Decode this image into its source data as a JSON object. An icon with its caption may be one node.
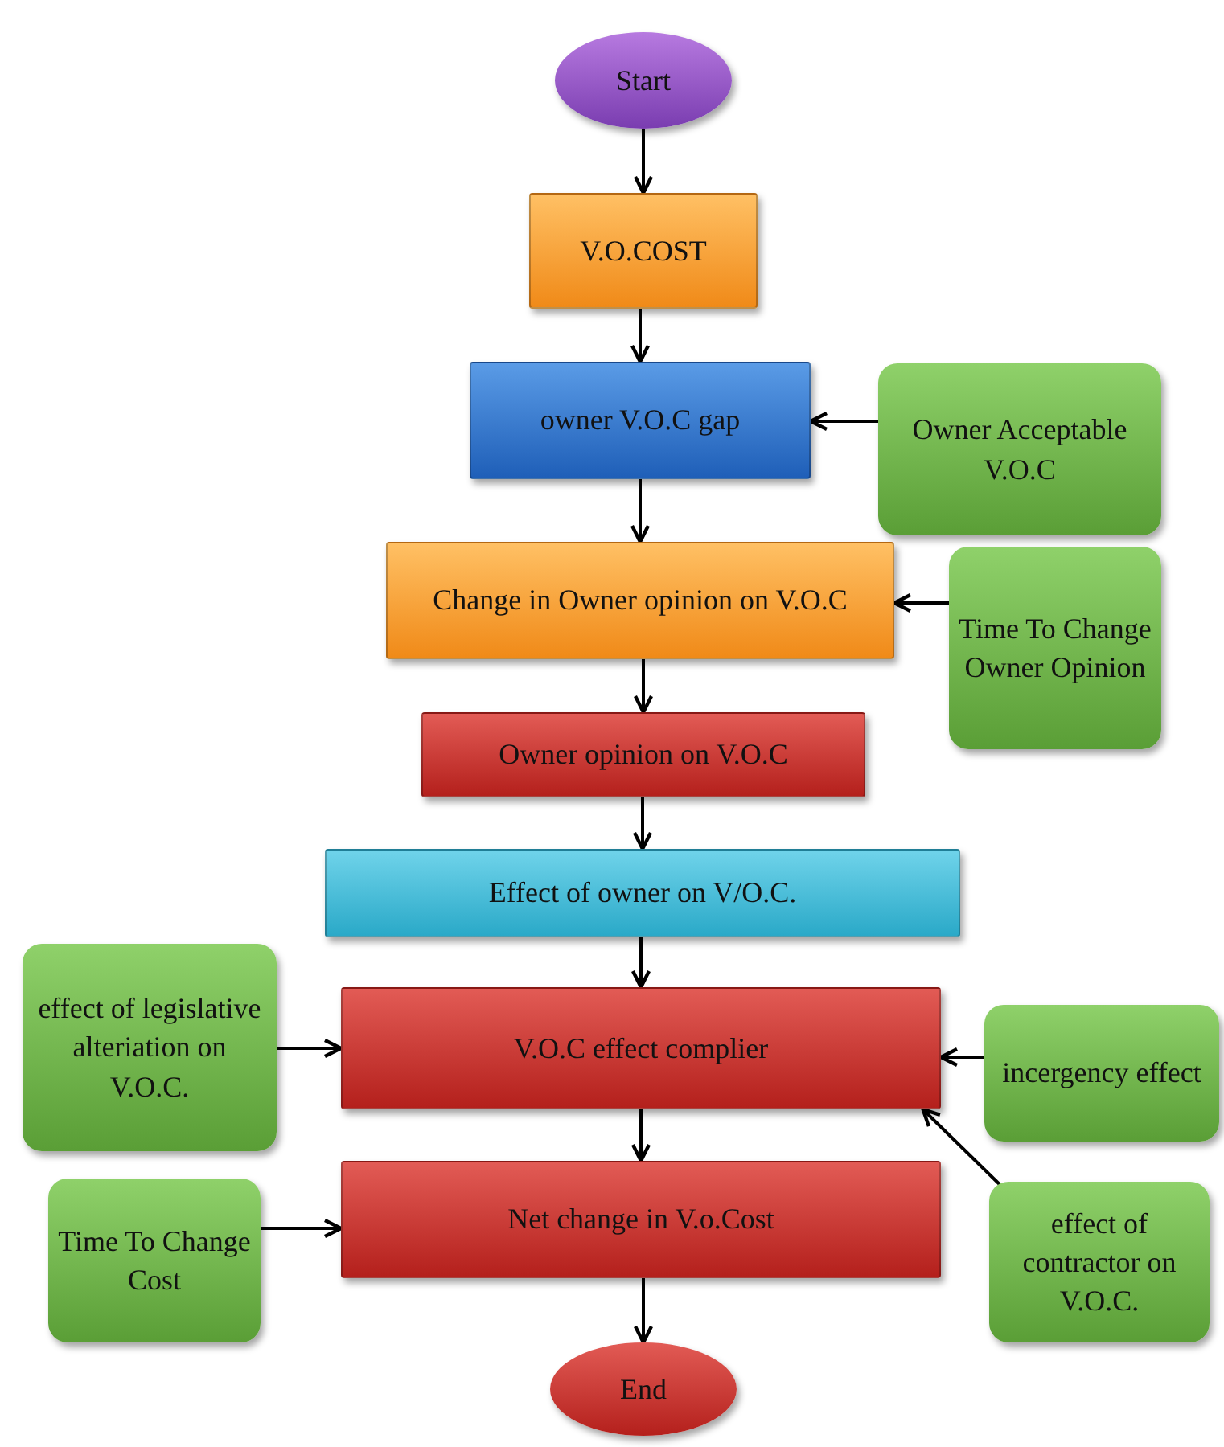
{
  "diagram": {
    "nodes": [
      {
        "text": [
          "Start"
        ]
      },
      {
        "text": [
          "V.O.COST"
        ]
      },
      {
        "text": [
          "owner  V.O.C gap"
        ]
      },
      {
        "text": [
          "Owner Acceptable V.O.C"
        ]
      },
      {
        "text": [
          "Change in Owner opinion on V.O.C"
        ]
      },
      {
        "text": [
          "Time To Change Owner Opinion"
        ]
      },
      {
        "text": [
          "Owner opinion on V.O.C"
        ]
      },
      {
        "text": [
          "Effect of owner on V/O.C."
        ]
      },
      {
        "text": [
          "effect of legislative alteriation on V.O.C."
        ]
      },
      {
        "text": [
          "V.O.C effect complier"
        ]
      },
      {
        "text": [
          "incergency effect"
        ]
      },
      {
        "text": [
          "Time To Change Cost"
        ]
      },
      {
        "text": [
          "Net change  in V.o.Cost"
        ]
      },
      {
        "text": [
          "effect of contractor on V.O.C."
        ]
      },
      {
        "text": [
          "End"
        ]
      }
    ],
    "edges": [
      {
        "from": 0,
        "to": 1,
        "arrow": "to"
      },
      {
        "from": 1,
        "to": 2,
        "arrow": "to"
      },
      {
        "from": 3,
        "to": 2,
        "arrow": "to"
      },
      {
        "from": 2,
        "to": 4,
        "arrow": "to"
      },
      {
        "from": 5,
        "to": 4,
        "arrow": "to"
      },
      {
        "from": 4,
        "to": 6,
        "arrow": "to"
      },
      {
        "from": 6,
        "to": 7,
        "arrow": "to"
      },
      {
        "from": 7,
        "to": 9,
        "arrow": "to"
      },
      {
        "from": 8,
        "to": 9,
        "arrow": "to"
      },
      {
        "from": 10,
        "to": 9,
        "arrow": "to"
      },
      {
        "from": 13,
        "to": 9,
        "arrow": "to"
      },
      {
        "from": 9,
        "to": 12,
        "arrow": "to"
      },
      {
        "from": 11,
        "to": 12,
        "arrow": "to"
      },
      {
        "from": 12,
        "to": 14,
        "arrow": "to"
      }
    ]
  }
}
